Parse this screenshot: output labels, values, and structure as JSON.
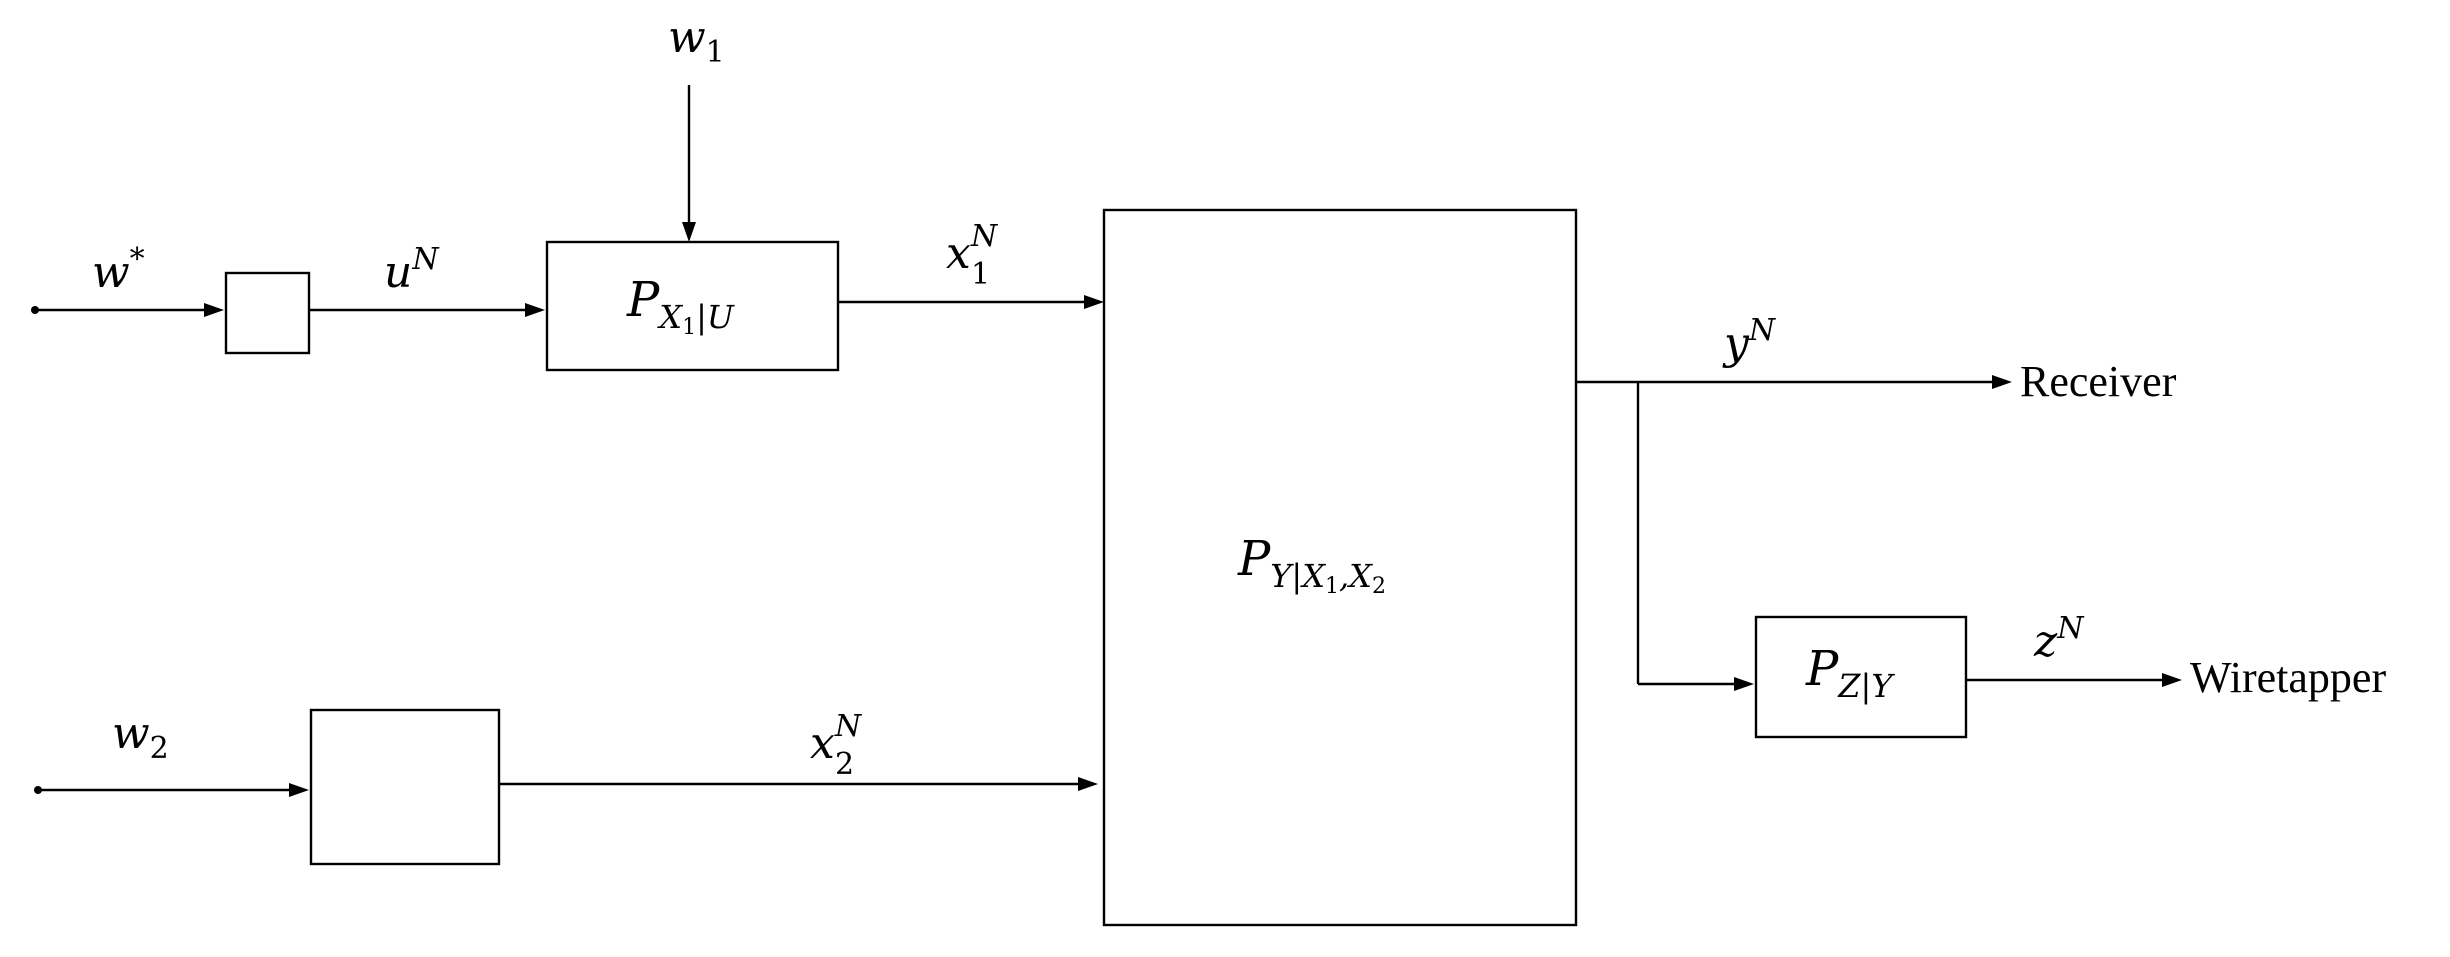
{
  "inputs": {
    "w_star": {
      "base": "w",
      "sup": "*"
    },
    "w1": {
      "base": "w",
      "sub": "1"
    },
    "w2": {
      "base": "w",
      "sub": "2"
    }
  },
  "signals": {
    "uN": {
      "base": "u",
      "sup": "N"
    },
    "x1N": {
      "base": "x",
      "sub": "1",
      "sup": "N"
    },
    "x2N": {
      "base": "x",
      "sub": "2",
      "sup": "N"
    },
    "yN": {
      "base": "y",
      "sup": "N"
    },
    "zN": {
      "base": "z",
      "sup": "N"
    }
  },
  "blocks": {
    "px1u": {
      "base": "P",
      "sub": "X",
      "subsub": "1",
      "sub_rest": "|U"
    },
    "pyx1x2": {
      "base": "P",
      "sub_a": "Y|X",
      "subsub_a": "1",
      "sub_b": ",X",
      "subsub_b": "2"
    },
    "pzy": {
      "base": "P",
      "sub": "Z|Y"
    }
  },
  "outputs": {
    "receiver": "Receiver",
    "wiretapper": "Wiretapper"
  }
}
